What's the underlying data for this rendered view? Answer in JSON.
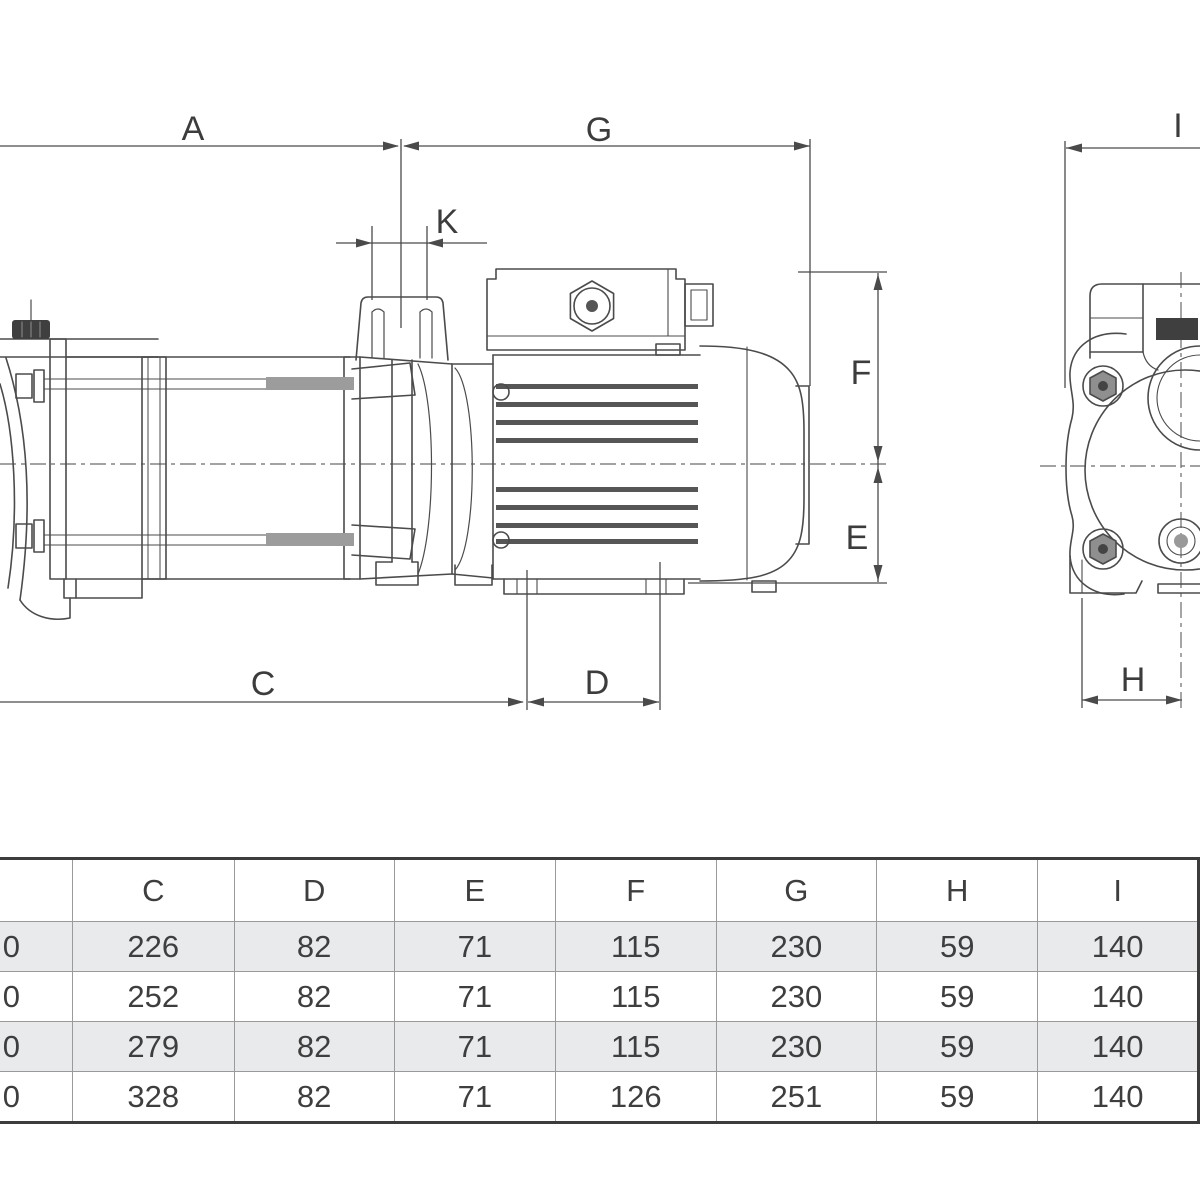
{
  "drawing": {
    "labels": {
      "a": "A",
      "g": "G",
      "k": "K",
      "c": "C",
      "d": "D",
      "e": "E",
      "f": "F",
      "h": "H",
      "i": "I"
    }
  },
  "table": {
    "columns": [
      "",
      "C",
      "D",
      "E",
      "F",
      "G",
      "H",
      "I"
    ],
    "rows": [
      [
        "0",
        "226",
        "82",
        "71",
        "115",
        "230",
        "59",
        "140"
      ],
      [
        "0",
        "252",
        "82",
        "71",
        "115",
        "230",
        "59",
        "140"
      ],
      [
        "0",
        "279",
        "82",
        "71",
        "115",
        "230",
        "59",
        "140"
      ],
      [
        "0",
        "328",
        "82",
        "71",
        "126",
        "251",
        "59",
        "140"
      ]
    ],
    "shaded_row_indexes": [
      0,
      2
    ],
    "shade_color": "#e8eaec"
  },
  "colors": {
    "line": "#4b4b4b",
    "text": "#3c3c3c",
    "dark_fill": "#3f3f3f",
    "rod_gray": "#9c9c9c"
  }
}
